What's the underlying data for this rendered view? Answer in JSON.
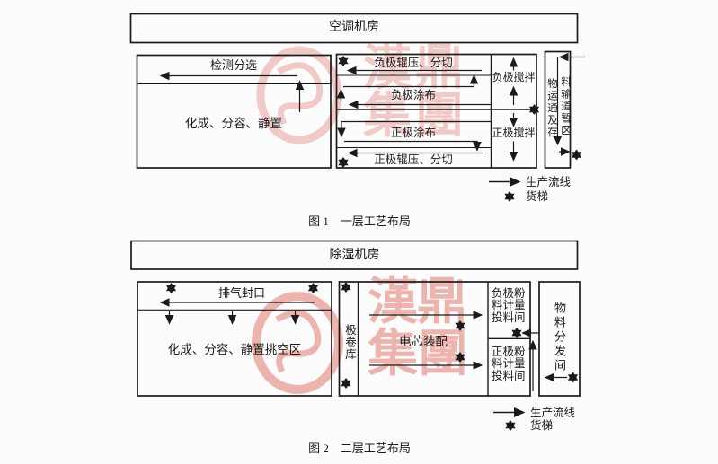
{
  "legend": {
    "flow_label": "生产流线",
    "elevator_label": "货梯"
  },
  "figure1": {
    "machine_room": "空调机房",
    "detection": "检测分选",
    "formation": "化成、分容、静置",
    "neg_rolling": "负极辊压、分切",
    "neg_coating": "负极涂布",
    "pos_coating": "正极涂布",
    "pos_rolling": "正极辊压、分切",
    "neg_mixing": "负极搅拌",
    "pos_mixing": "正极搅拌",
    "corridor_col_left": "物运通及存",
    "corridor_col_right": "料输道暂区",
    "caption_label": "图 1",
    "caption_text": "一层工艺布局"
  },
  "figure2": {
    "machine_room": "除湿机房",
    "exhaust_sealing": "排气封口",
    "formation": "化成、分容、静置挑空区",
    "electrode_roll_store": "极卷库",
    "cell_assembly": "电芯装配",
    "neg_powder_room": "负极粉料计量投料间",
    "pos_powder_room": "正极粉料计量投料间",
    "distribution_room": "物料分发间",
    "caption_label": "图 2",
    "caption_text": "二层工艺布局"
  },
  "watermark": {
    "char1": "漢",
    "char2": "鼎",
    "char3": "集",
    "char4": "團",
    "color": "#d84a3c"
  }
}
